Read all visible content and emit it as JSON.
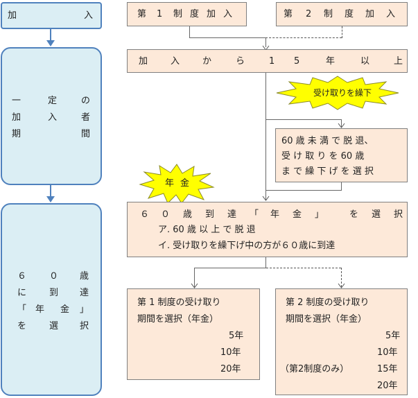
{
  "left": {
    "kanyu": {
      "c1": "加",
      "c2": "入"
    },
    "kikan": {
      "row1": [
        "一",
        "定",
        "の"
      ],
      "row2": [
        "加",
        "入",
        "者"
      ],
      "row3": [
        "期",
        "間"
      ]
    },
    "select": {
      "row1": [
        "６",
        "０",
        "歳"
      ],
      "row2": [
        "に",
        "到",
        "達"
      ],
      "row3": [
        "「",
        "年",
        "金",
        "」"
      ],
      "row4": [
        "を",
        "選",
        "択"
      ]
    }
  },
  "top": {
    "plan1": [
      "第",
      "1",
      "制",
      "度",
      "加",
      "入"
    ],
    "plan2": [
      "第",
      "2",
      "制",
      "度",
      "加",
      "入"
    ]
  },
  "fifteen": [
    "加",
    "入",
    "か",
    "ら",
    "1",
    "5",
    "年",
    "以",
    "上"
  ],
  "star_defer": "受け取りを繰下",
  "star_pension": [
    "年",
    "金"
  ],
  "defer_box": {
    "line1": "60 歳 未 満 で 脱 退、",
    "line2": "受 け 取 り を 60 歳",
    "line3": "ま で 繰 下 げ を 選 択"
  },
  "reach_box": {
    "line1": [
      "６",
      "０",
      "歳",
      "到",
      "達",
      "「",
      "年",
      "金",
      "」",
      "を",
      "選",
      "択"
    ],
    "line2": "ア. 60 歳 以 上 で 脱 退",
    "line3": "イ. 受け取りを繰下げ中の方が６０歳に到達"
  },
  "plan1_select": {
    "line1": "第 1 制度の受け取り",
    "line2": "期間を選択（年金）",
    "opts": [
      "5年",
      "10年",
      "20年"
    ]
  },
  "plan2_select": {
    "line1": "第 2 制度の受け取り",
    "line2": "期間を選択（年金）",
    "opts": [
      "5年",
      "10年",
      "15年",
      "20年"
    ],
    "note": "（第2制度のみ）"
  },
  "colors": {
    "left_fill": "#dbeef4",
    "left_border": "#4f81bd",
    "box_fill": "#fde9d9",
    "star_fill": "#ffff00"
  }
}
